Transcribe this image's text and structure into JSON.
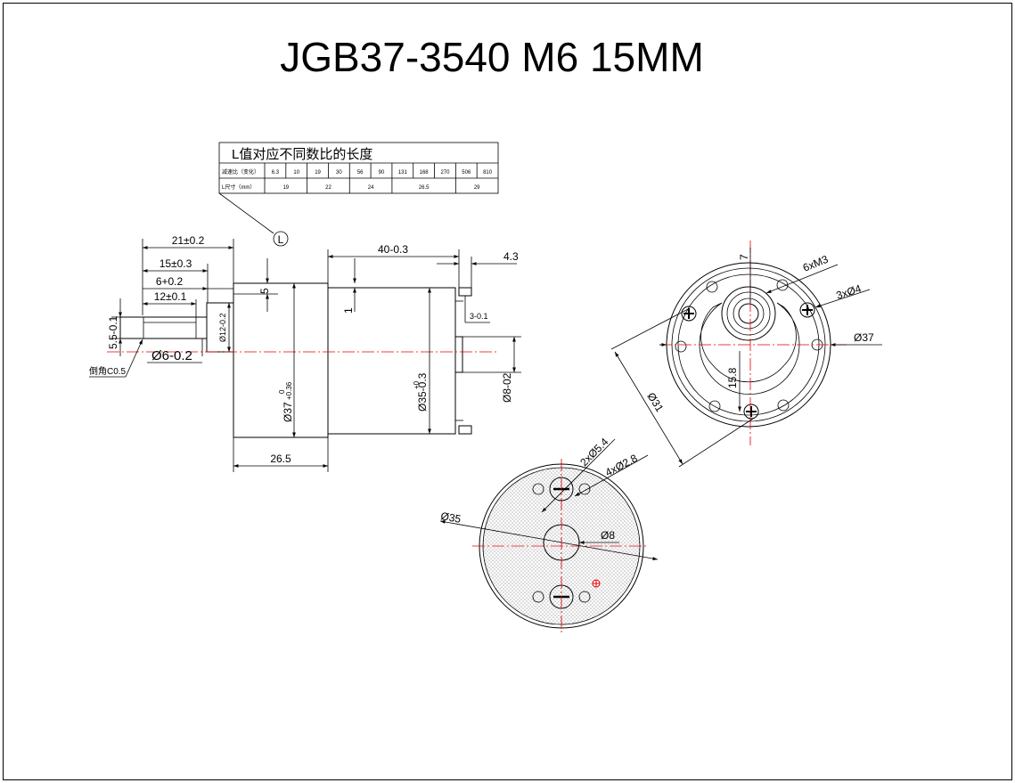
{
  "title": "JGB37-3540 M6 15MM",
  "length_table": {
    "heading": "L值对应不同数比的长度",
    "row_ratio_label": "减速比（变化）",
    "ratios": [
      "6.3",
      "10",
      "19",
      "30",
      "56",
      "90",
      "131",
      "168",
      "270",
      "506",
      "810"
    ],
    "row_length_label": "L尺寸（mm）",
    "lengths": [
      "19",
      "22",
      "24",
      "26.5",
      "29"
    ]
  },
  "callouts": {
    "l_marker": "L",
    "chamfer": "倒角C0.5"
  },
  "dimensions": {
    "d_21": "21±0.2",
    "d_15": "15±0.3",
    "d_6": "6+0.2",
    "d_12": "12±0.1",
    "d_5_5": "5.5-0.1",
    "d_shaft": "Ø6-0.2",
    "d_boss": "Ø12-0.2",
    "d_5": "5",
    "d_40": "40-0.3",
    "d_4_3": "4.3",
    "d_1": "1",
    "d_3": "3-0.1",
    "d_37_main": "Ø37",
    "d_37_tol": "+0.36",
    "d_37_zero": "0",
    "d_35_main": "Ø35-0.3",
    "d_35_zero": "+0",
    "d_8_02": "Ø8-02",
    "d_26_5": "26.5",
    "d_7": "7",
    "d_6xm3": "6xM3",
    "d_3x4": "3xØ4",
    "d_37_face": "Ø37",
    "d_15_8": "15.8",
    "d_31": "Ø31",
    "d_2x5_4": "2xØ5.4",
    "d_4x2_8": "4xØ2.8",
    "d_35_back": "Ø35",
    "d_8_back": "Ø8"
  }
}
